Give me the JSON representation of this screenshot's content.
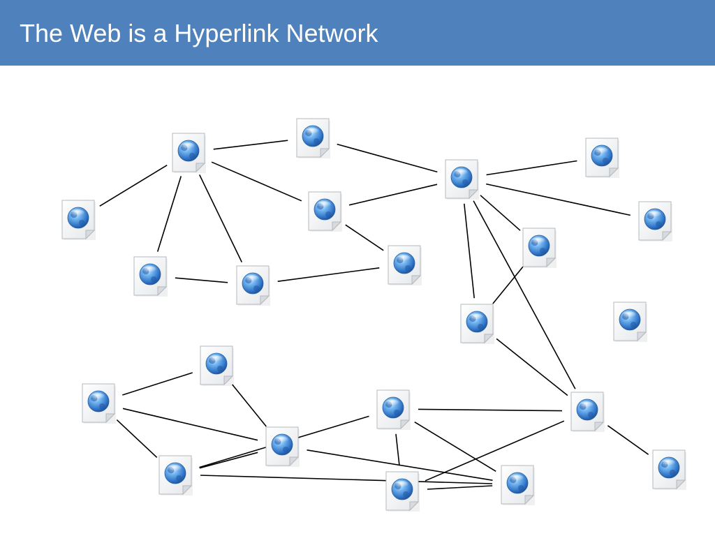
{
  "slide": {
    "title": "The Web is a Hyperlink Network"
  },
  "colors": {
    "title_bar": "#4f81bd",
    "title_text": "#ffffff",
    "link_line": "#000000",
    "globe": "#3b86d8"
  },
  "node_icon": "web-page-globe-icon",
  "nodes": [
    {
      "id": "n1"
    },
    {
      "id": "n2"
    },
    {
      "id": "n3"
    },
    {
      "id": "n4"
    },
    {
      "id": "n5"
    },
    {
      "id": "n6"
    },
    {
      "id": "n7"
    },
    {
      "id": "n8"
    },
    {
      "id": "n9"
    },
    {
      "id": "n10"
    },
    {
      "id": "n11"
    },
    {
      "id": "n12"
    },
    {
      "id": "n13"
    },
    {
      "id": "n14"
    },
    {
      "id": "n15"
    },
    {
      "id": "n16"
    },
    {
      "id": "n17"
    },
    {
      "id": "n18"
    },
    {
      "id": "n19"
    },
    {
      "id": "n20"
    },
    {
      "id": "n21"
    },
    {
      "id": "n22"
    },
    {
      "id": "n23"
    },
    {
      "id": "n24"
    }
  ],
  "links": [
    [
      "n1",
      "n2"
    ],
    [
      "n1",
      "n3"
    ],
    [
      "n1",
      "n4"
    ],
    [
      "n1",
      "n5"
    ],
    [
      "n1",
      "n6"
    ],
    [
      "n4",
      "n5"
    ],
    [
      "n5",
      "n7"
    ],
    [
      "n7",
      "n6"
    ],
    [
      "n2",
      "n8"
    ],
    [
      "n6",
      "n8"
    ],
    [
      "n8",
      "n9"
    ],
    [
      "n8",
      "n10"
    ],
    [
      "n8",
      "n11"
    ],
    [
      "n8",
      "n12"
    ],
    [
      "n8",
      "n14"
    ],
    [
      "n12",
      "n11"
    ],
    [
      "n12",
      "n14"
    ],
    [
      "n14",
      "n15"
    ],
    [
      "n14",
      "n19"
    ],
    [
      "n14",
      "n20"
    ],
    [
      "n16",
      "n17"
    ],
    [
      "n16",
      "n18"
    ],
    [
      "n17",
      "n18"
    ],
    [
      "n17",
      "n21"
    ],
    [
      "n18",
      "n21"
    ],
    [
      "n18",
      "n22"
    ],
    [
      "n21",
      "n19"
    ],
    [
      "n21",
      "n22"
    ],
    [
      "n19",
      "n20"
    ],
    [
      "n19",
      "n22"
    ],
    [
      "n20",
      "n22"
    ],
    [
      "n20",
      "n23"
    ],
    [
      "n20",
      "n24"
    ],
    [
      "n22",
      "n23"
    ]
  ]
}
